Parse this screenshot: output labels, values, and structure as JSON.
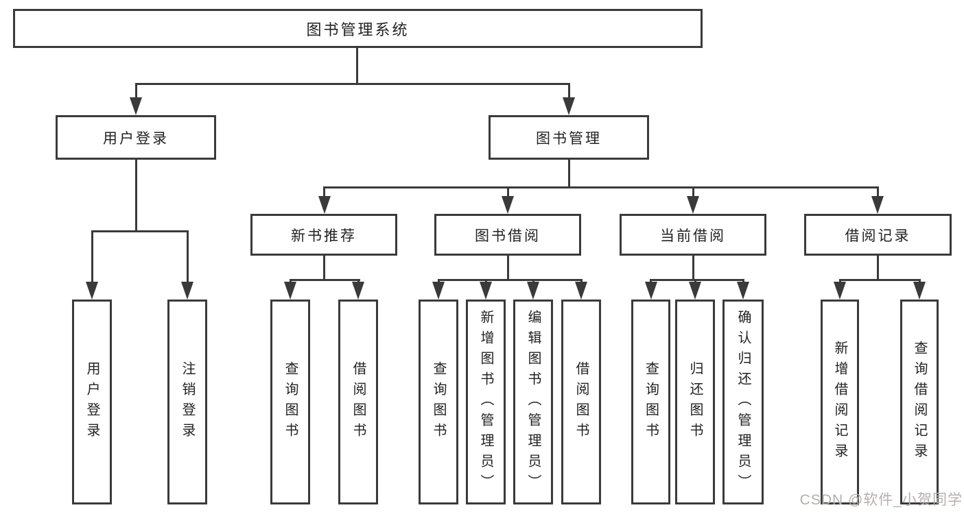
{
  "diagram": {
    "title": "图书管理系统",
    "level2": [
      {
        "label": "用户登录"
      },
      {
        "label": "图书管理"
      }
    ],
    "level3": [
      {
        "label": "新书推荐",
        "parent": "图书管理"
      },
      {
        "label": "图书借阅",
        "parent": "图书管理"
      },
      {
        "label": "当前借阅",
        "parent": "图书管理"
      },
      {
        "label": "借阅记录",
        "parent": "图书管理"
      }
    ],
    "leaves": [
      {
        "label": "用户登录",
        "parent": "用户登录"
      },
      {
        "label": "注销登录",
        "parent": "用户登录"
      },
      {
        "label": "查询图书",
        "parent": "新书推荐"
      },
      {
        "label": "借阅图书",
        "parent": "新书推荐"
      },
      {
        "label": "查询图书",
        "parent": "图书借阅"
      },
      {
        "label": "新增图书（管理员）",
        "parent": "图书借阅"
      },
      {
        "label": "编辑图书（管理员）",
        "parent": "图书借阅"
      },
      {
        "label": "借阅图书",
        "parent": "图书借阅"
      },
      {
        "label": "查询图书",
        "parent": "当前借阅"
      },
      {
        "label": "归还图书",
        "parent": "当前借阅"
      },
      {
        "label": "确认归还（管理员）",
        "parent": "当前借阅"
      },
      {
        "label": "新增借阅记录",
        "parent": "借阅记录"
      },
      {
        "label": "查询借阅记录",
        "parent": "借阅记录"
      }
    ],
    "colors": {
      "line": "#3a3a3a",
      "text": "#222222",
      "watermark": "#b7aeae",
      "background": "#ffffff"
    }
  },
  "watermark": {
    "label": "CSDN @软件_小贺同学"
  }
}
